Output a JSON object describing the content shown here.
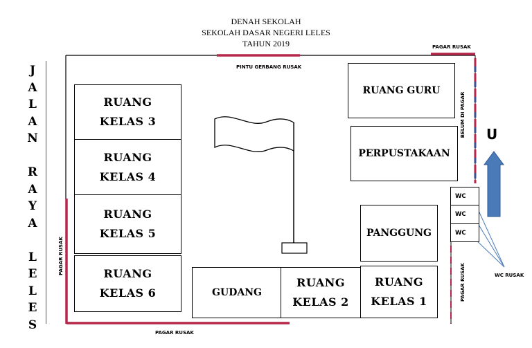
{
  "header": {
    "line1": "DENAH SEKOLAH",
    "line2": "SEKOLAH DASAR NEGERI LELES",
    "line3": "TAHUN 2019"
  },
  "road": {
    "letters": [
      "J",
      "A",
      "L",
      "A",
      "N",
      "",
      "R",
      "A",
      "Y",
      "A",
      "",
      "L",
      "E",
      "L",
      "E",
      "S"
    ]
  },
  "rooms": {
    "kelas3": {
      "l1": "RUANG",
      "l2": "KELAS 3"
    },
    "kelas4": {
      "l1": "RUANG",
      "l2": "KELAS 4"
    },
    "kelas5": {
      "l1": "RUANG",
      "l2": "KELAS 5"
    },
    "kelas6": {
      "l1": "RUANG",
      "l2": "KELAS 6"
    },
    "guru": "RUANG GURU",
    "perpustakaan": "PERPUSTAKAAN",
    "panggung": "PANGGUNG",
    "gudang": "GUDANG",
    "kelas2": {
      "l1": "RUANG",
      "l2": "KELAS 2"
    },
    "kelas1": {
      "l1": "RUANG",
      "l2": "KELAS 1"
    },
    "wc1": "WC",
    "wc2": "WC",
    "wc3": "WC"
  },
  "labels": {
    "pagar_rusak_top": "PAGAR RUSAK",
    "pintu_gerbang": "PINTU GERBANG RUSAK",
    "belum_di_pagar": "BELUM DI PAGAR",
    "pagar_rusak_left": "PAGAR RUSAK",
    "pagar_rusak_bottom": "PAGAR RUSAK",
    "pagar_rusak_right": "PAGAR RUSAK",
    "wc_rusak": "WC RUSAK",
    "north": "U"
  },
  "colors": {
    "fence_damaged": "#b5264a",
    "fence_missing": "#3a4f8f",
    "arrow": "#4a7ab8"
  }
}
